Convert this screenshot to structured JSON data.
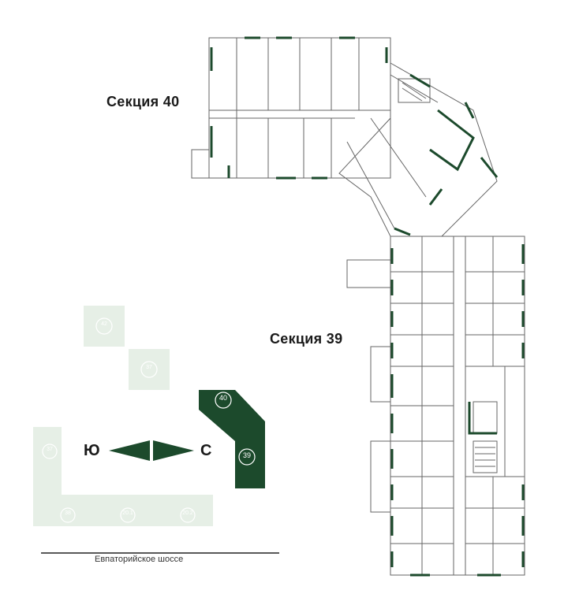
{
  "sections": {
    "s40_title": "Секция 40",
    "s39_title": "Секция 39"
  },
  "minimap": {
    "highlight_top": "40",
    "highlight_bottom": "39",
    "badges": [
      "37",
      "38",
      "37",
      "20.1",
      "20.2",
      "42"
    ],
    "south": "Ю",
    "north": "С",
    "road": "Евпаторийское шоссе"
  },
  "colors": {
    "accent": "#1c4a2c",
    "pale": "#e6efe6",
    "wall": "#555555",
    "window": "#1c4a2c"
  }
}
